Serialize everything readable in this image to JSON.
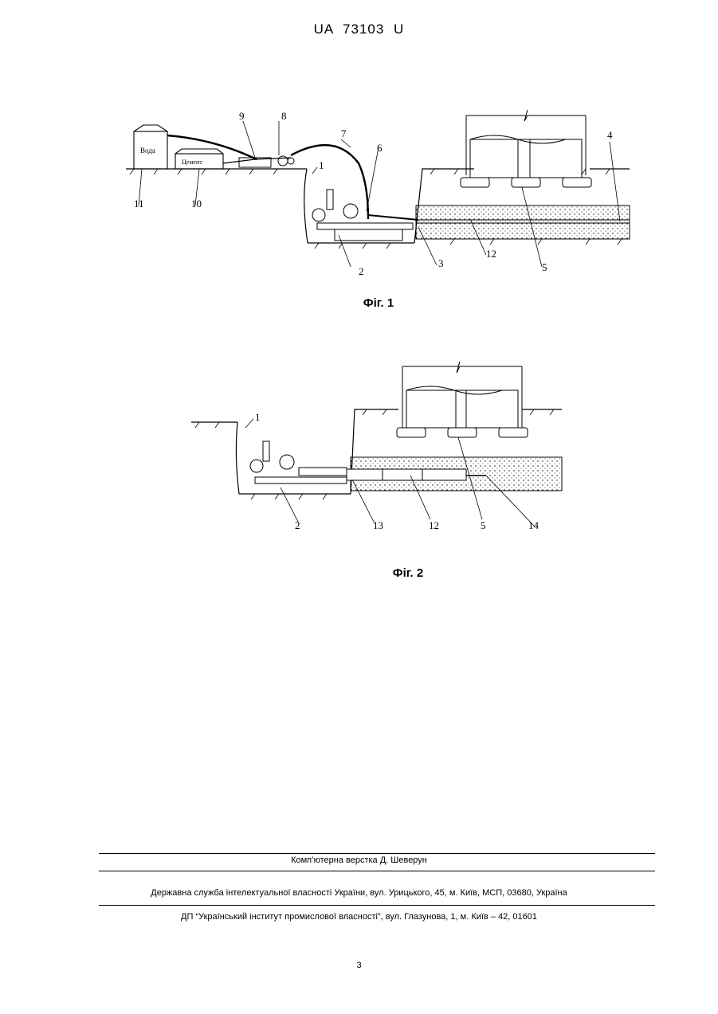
{
  "header": {
    "doc_number": "UA 73103 U"
  },
  "figure1": {
    "caption": "Фіг. 1",
    "label_water": "Вода",
    "label_cement": "Цемент",
    "callouts": [
      "1",
      "2",
      "3",
      "4",
      "5",
      "6",
      "7",
      "8",
      "9",
      "10",
      "11",
      "12"
    ]
  },
  "figure2": {
    "caption": "Фіг. 2",
    "callouts": [
      "1",
      "2",
      "13",
      "12",
      "5",
      "14"
    ]
  },
  "footer": {
    "layout_credit": "Комп’ютерна верстка Д. Шеверун",
    "agency": "Державна служба інтелектуальної власності України, вул. Урицького, 45, м. Київ, МСП, 03680, Україна",
    "institute": "ДП “Український інститут промислової власності”, вул. Глазунова, 1, м. Київ – 42, 01601"
  },
  "page_number": "3"
}
